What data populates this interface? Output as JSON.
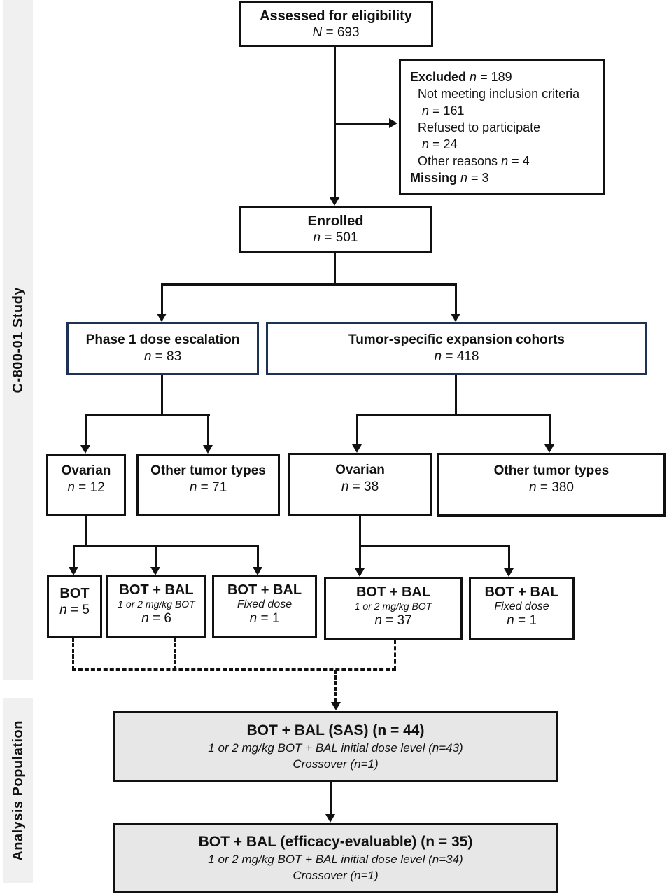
{
  "sidebar": {
    "study_label": "C-800-01 Study",
    "analysis_label": "Analysis Population"
  },
  "boxes": {
    "assessed": {
      "title": "Assessed for eligibility",
      "n": "N = 693"
    },
    "excluded": {
      "title": "Excluded",
      "title_n": "n = 189",
      "lines": [
        "Not meeting inclusion criteria",
        "n = 161",
        "Refused to participate",
        "n = 24",
        "Other reasons n = 4"
      ],
      "missing": "Missing",
      "missing_n": "n = 3"
    },
    "enrolled": {
      "title": "Enrolled",
      "n": "n = 501"
    },
    "phase1": {
      "title": "Phase 1 dose escalation",
      "n": "n = 83"
    },
    "expansion": {
      "title": "Tumor-specific expansion cohorts",
      "n": "n = 418"
    },
    "ovarian_escalation": {
      "title": "Ovarian",
      "n": "n = 12"
    },
    "other_escalation": {
      "title": "Other tumor types",
      "n": "n = 71"
    },
    "ovarian_expansion": {
      "title": "Ovarian",
      "n": "n = 38"
    },
    "other_expansion": {
      "title": "Other tumor types",
      "n": "n = 380"
    },
    "bot": {
      "title": "BOT",
      "n": "n = 5"
    },
    "botbal_escalation": {
      "title": "BOT + BAL",
      "sub": "1 or 2 mg/kg BOT",
      "n": "n = 6"
    },
    "botbal_escalation_fixed": {
      "title": "BOT + BAL",
      "sub": "Fixed dose",
      "n": "n = 1"
    },
    "botbal_expansion": {
      "title": "BOT + BAL",
      "sub": "1 or 2 mg/kg BOT",
      "n": "n = 37"
    },
    "botbal_expansion_fixed": {
      "title": "BOT + BAL",
      "sub": "Fixed dose",
      "n": "n = 1"
    },
    "sas": {
      "title": "BOT + BAL (SAS) (n = 44)",
      "line1": "1 or 2 mg/kg BOT + BAL initial dose level (n=43)",
      "line2": "Crossover (n=1)"
    },
    "efficacy": {
      "title": "BOT + BAL (efficacy-evaluable) (n = 35)",
      "line1": "1 or 2 mg/kg BOT + BAL initial dose level (n=34)",
      "line2": "Crossover (n=1)"
    }
  },
  "colors": {
    "navy_border": "#1e3255",
    "line_black": "#111111",
    "gray_fill": "#e7e7e7",
    "sidebar_bg": "#f0f0f0"
  }
}
